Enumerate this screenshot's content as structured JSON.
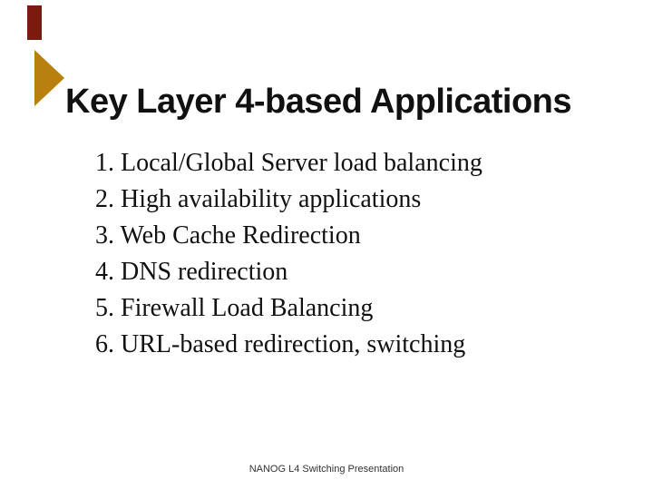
{
  "slide": {
    "title": "Key Layer 4-based Applications",
    "items": [
      "1. Local/Global Server load balancing",
      "2. High availability applications",
      "3. Web Cache Redirection",
      "4. DNS redirection",
      "5. Firewall Load Balancing",
      "6. URL-based redirection, switching"
    ],
    "footer": "NANOG L4 Switching Presentation"
  },
  "colors": {
    "accent_triangle": "#B8810F",
    "accent_bar": "#7D1A10",
    "title_color": "#111111",
    "body_color": "#111111",
    "footer_color": "#333333"
  }
}
